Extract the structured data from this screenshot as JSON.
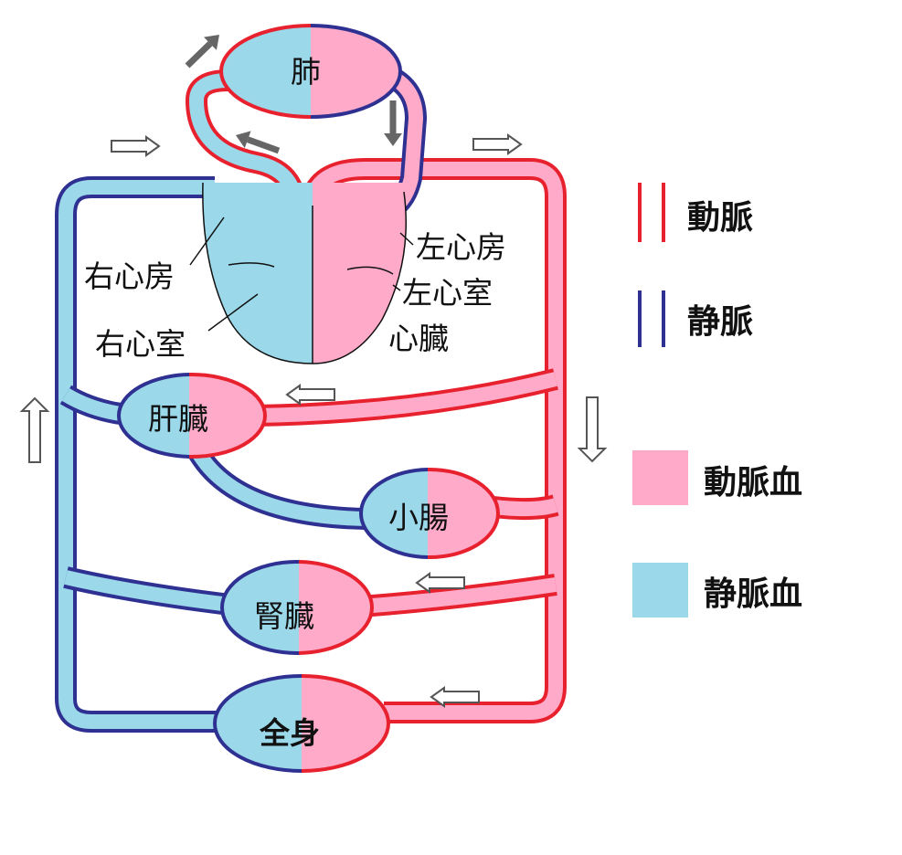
{
  "colors": {
    "artery": "#E8212E",
    "vein": "#2E3192",
    "arterial_blood": "#FFAAC8",
    "venous_blood": "#9AD8EA"
  },
  "organs": {
    "lung": "肺",
    "liver": "肝臓",
    "intestine": "小腸",
    "kidney": "腎臓",
    "body": "全身"
  },
  "heart": {
    "right_atrium": "右心房",
    "right_ventricle": "右心室",
    "left_atrium": "左心房",
    "left_ventricle": "左心室",
    "heart": "心臓"
  },
  "legend": {
    "artery": "動脈",
    "vein": "静脈",
    "arterial_blood": "動脈血",
    "venous_blood": "静脈血"
  }
}
